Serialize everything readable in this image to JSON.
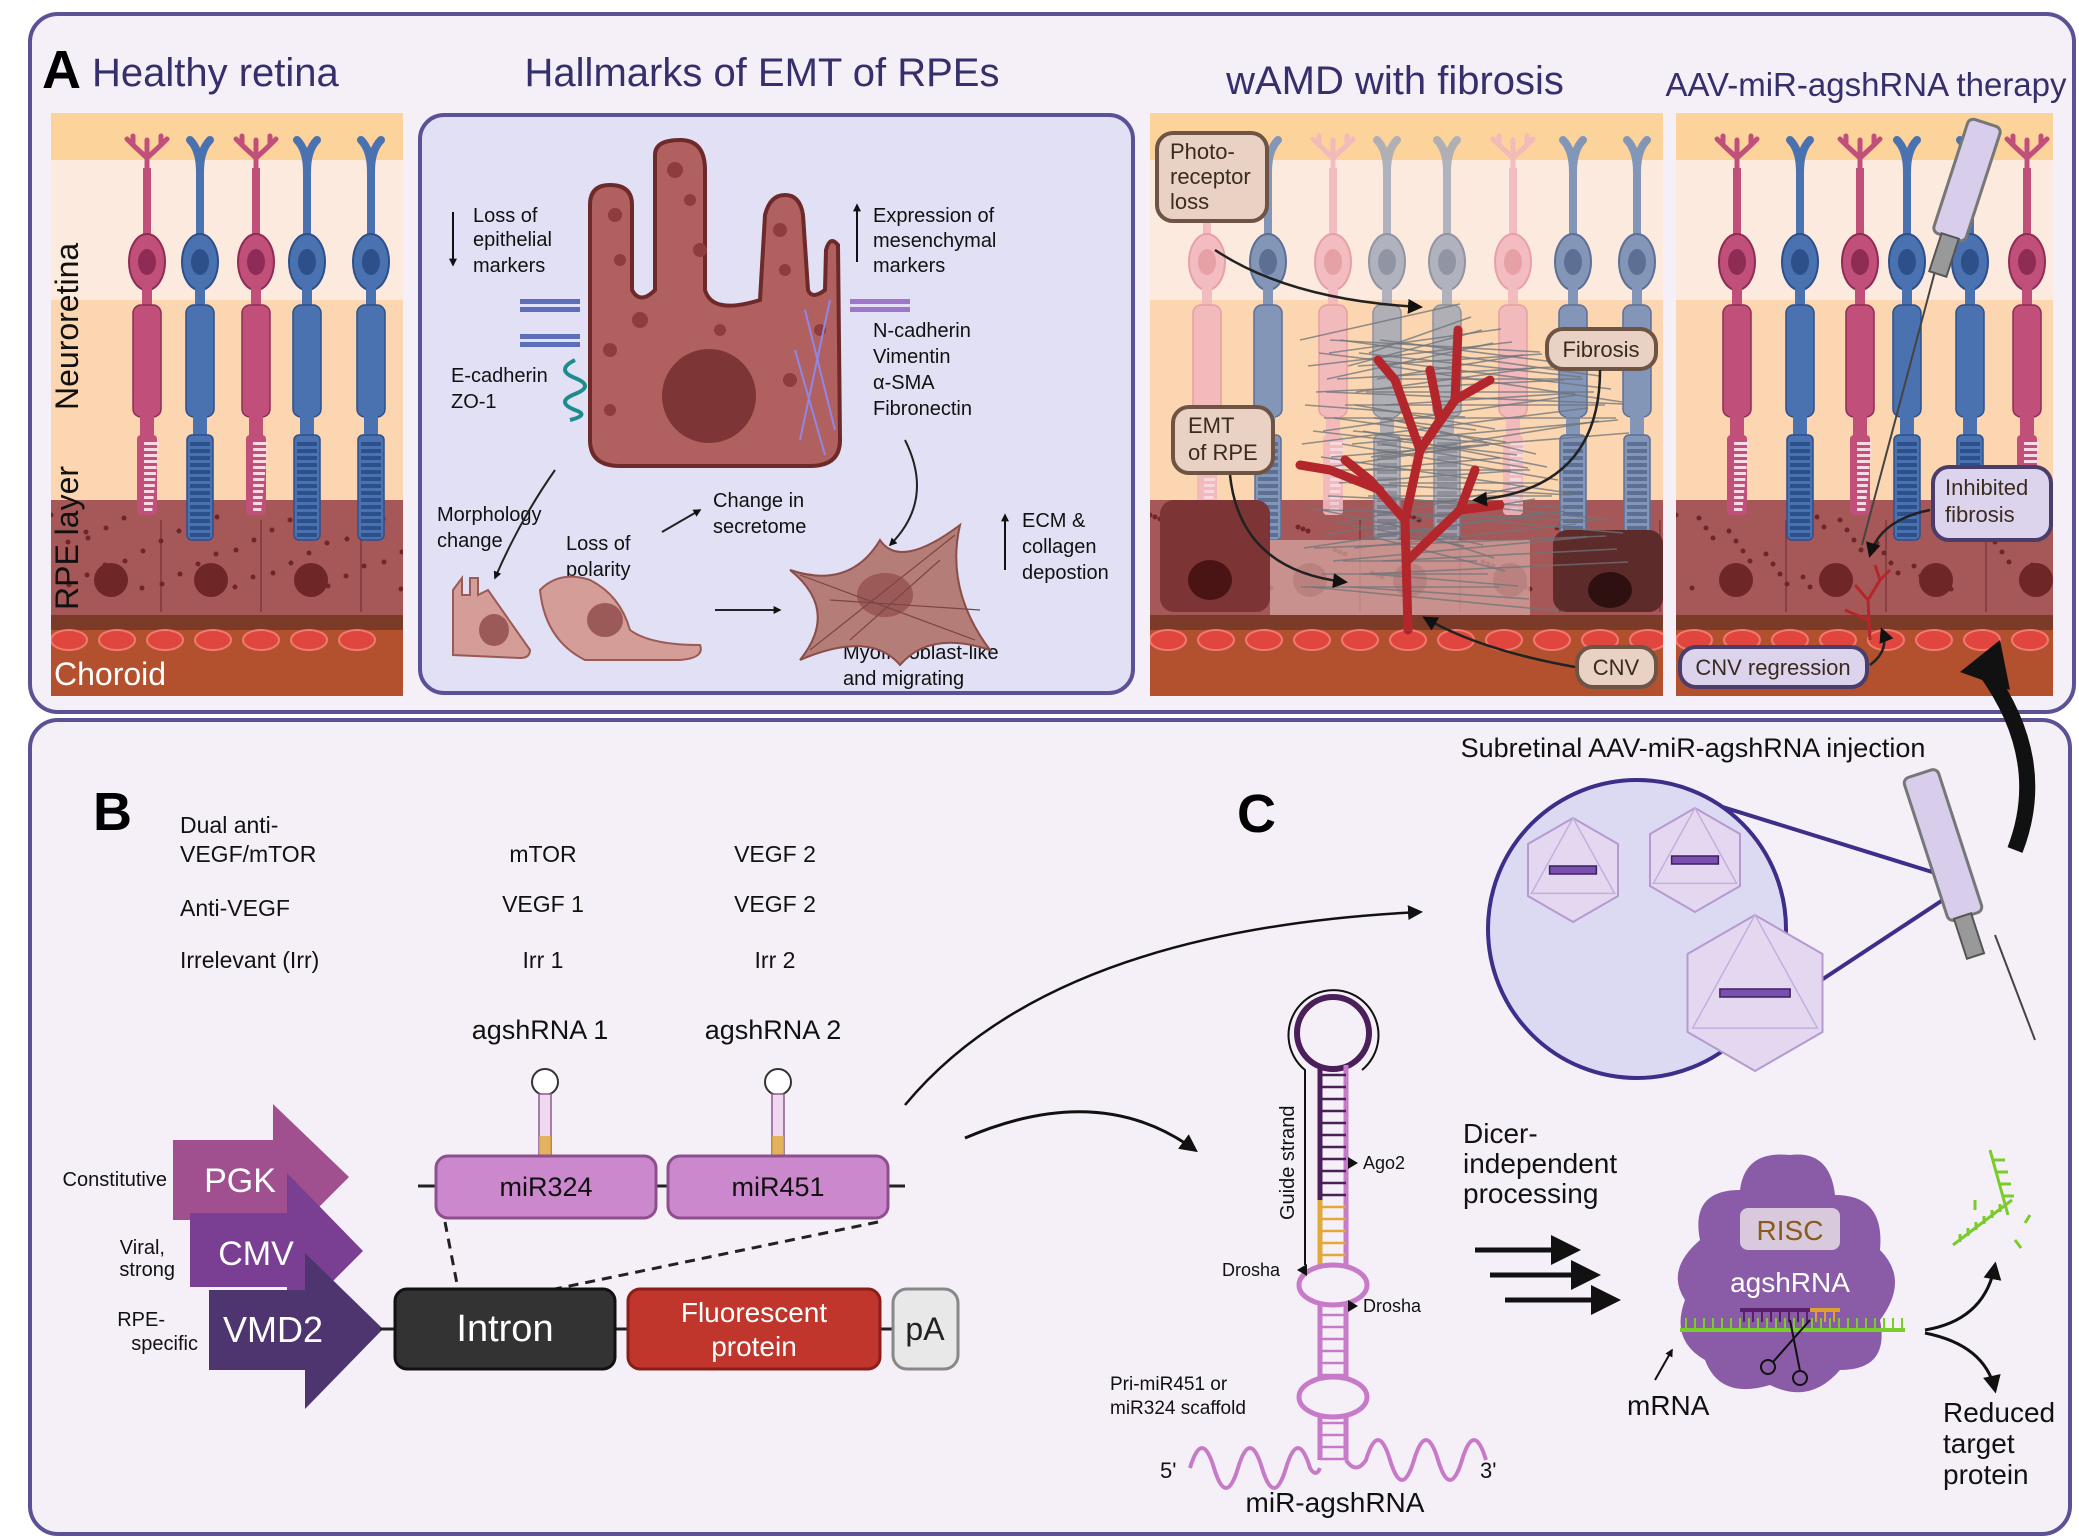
{
  "panel_a": {
    "letter": "A",
    "healthy_title": "Healthy retina",
    "layers": {
      "neuroretina": "Neuroretina",
      "rpe": "RPE layer",
      "choroid": "Choroid"
    },
    "emt_title": "Hallmarks of EMT of RPEs",
    "emt": {
      "loss_epithelial": [
        "Loss of",
        "epithelial",
        "markers"
      ],
      "epithelial_markers": [
        "E-cadherin",
        "ZO-1"
      ],
      "expression_mesenchymal": [
        "Expression of",
        "mesenchymal",
        "markers"
      ],
      "mesenchymal_markers": [
        "N-cadherin",
        "Vimentin",
        "α-SMA",
        "Fibronectin"
      ],
      "morphology": [
        "Morphology",
        "change"
      ],
      "polarity": [
        "Loss of",
        "polarity"
      ],
      "secretome": [
        "Change in",
        "secretome"
      ],
      "ecm": [
        "ECM &",
        "collagen",
        "depostion"
      ],
      "myofibroblast": [
        "Myofibroblast-like",
        "and migrating"
      ]
    },
    "wamd_title": "wAMD with fibrosis",
    "wamd_labels": {
      "photoreceptor_loss": [
        "Photo-",
        "receptor",
        "loss"
      ],
      "fibrosis": "Fibrosis",
      "emt_rpe": [
        "EMT",
        "of RPE"
      ],
      "cnv": "CNV"
    },
    "therapy_title": "AAV-miR-agshRNA therapy",
    "therapy_labels": {
      "inhibited": [
        "Inhibited",
        "fibrosis"
      ],
      "cnv_regression": "CNV regression"
    }
  },
  "panel_b": {
    "letter": "B",
    "table": [
      {
        "name": [
          "Dual anti-",
          "VEGF/mTOR"
        ],
        "agshrna1": "mTOR",
        "agshrna2": "VEGF 2"
      },
      {
        "name": [
          "Anti-VEGF"
        ],
        "agshrna1": "VEGF 1",
        "agshrna2": "VEGF 2"
      },
      {
        "name": [
          "Irrelevant (Irr)"
        ],
        "agshrna1": "Irr 1",
        "agshrna2": "Irr 2"
      }
    ],
    "agshrna_labels": [
      "agshRNA 1",
      "agshRNA 2"
    ],
    "scaffolds": [
      "miR324",
      "miR451"
    ],
    "promoters": [
      {
        "name": "PGK",
        "desc": [
          "Constitutive"
        ],
        "color": "#a0508f"
      },
      {
        "name": "CMV",
        "desc": [
          "Viral,",
          "strong"
        ],
        "color": "#7a3f93"
      },
      {
        "name": "VMD2",
        "desc": [
          "RPE-",
          "specific"
        ],
        "color": "#4e3570"
      }
    ],
    "intron": "Intron",
    "fluorescent": [
      "Fluorescent",
      "protein"
    ],
    "polya": "pA"
  },
  "panel_c": {
    "letter": "C",
    "injection_label": "Subretinal AAV-miR-agshRNA injection",
    "hairpin": {
      "guide_strand": "Guide strand",
      "ago2": "Ago2",
      "drosha_left": "Drosha",
      "drosha_right": "Drosha",
      "scaffold": [
        "Pri-miR451 or",
        "miR324 scaffold"
      ],
      "five_prime": "5'",
      "three_prime": "3'",
      "name": "miR-agshRNA"
    },
    "processing": [
      "Dicer-",
      "independent",
      "processing"
    ],
    "risc": "RISC",
    "agshrna": "agshRNA",
    "mrna": "mRNA",
    "outcome": [
      "Reduced",
      "target",
      "protein"
    ]
  },
  "colors": {
    "frame": "#5b5196",
    "panel_bg": "#f5f0f7",
    "rod": "#4a72b0",
    "cone": "#c0507a",
    "rpe": "#a65858",
    "choroid": "#b3512f",
    "vessel": "#b3262b",
    "mrna": "#7acc2a",
    "risc": "#8a5ca8"
  }
}
